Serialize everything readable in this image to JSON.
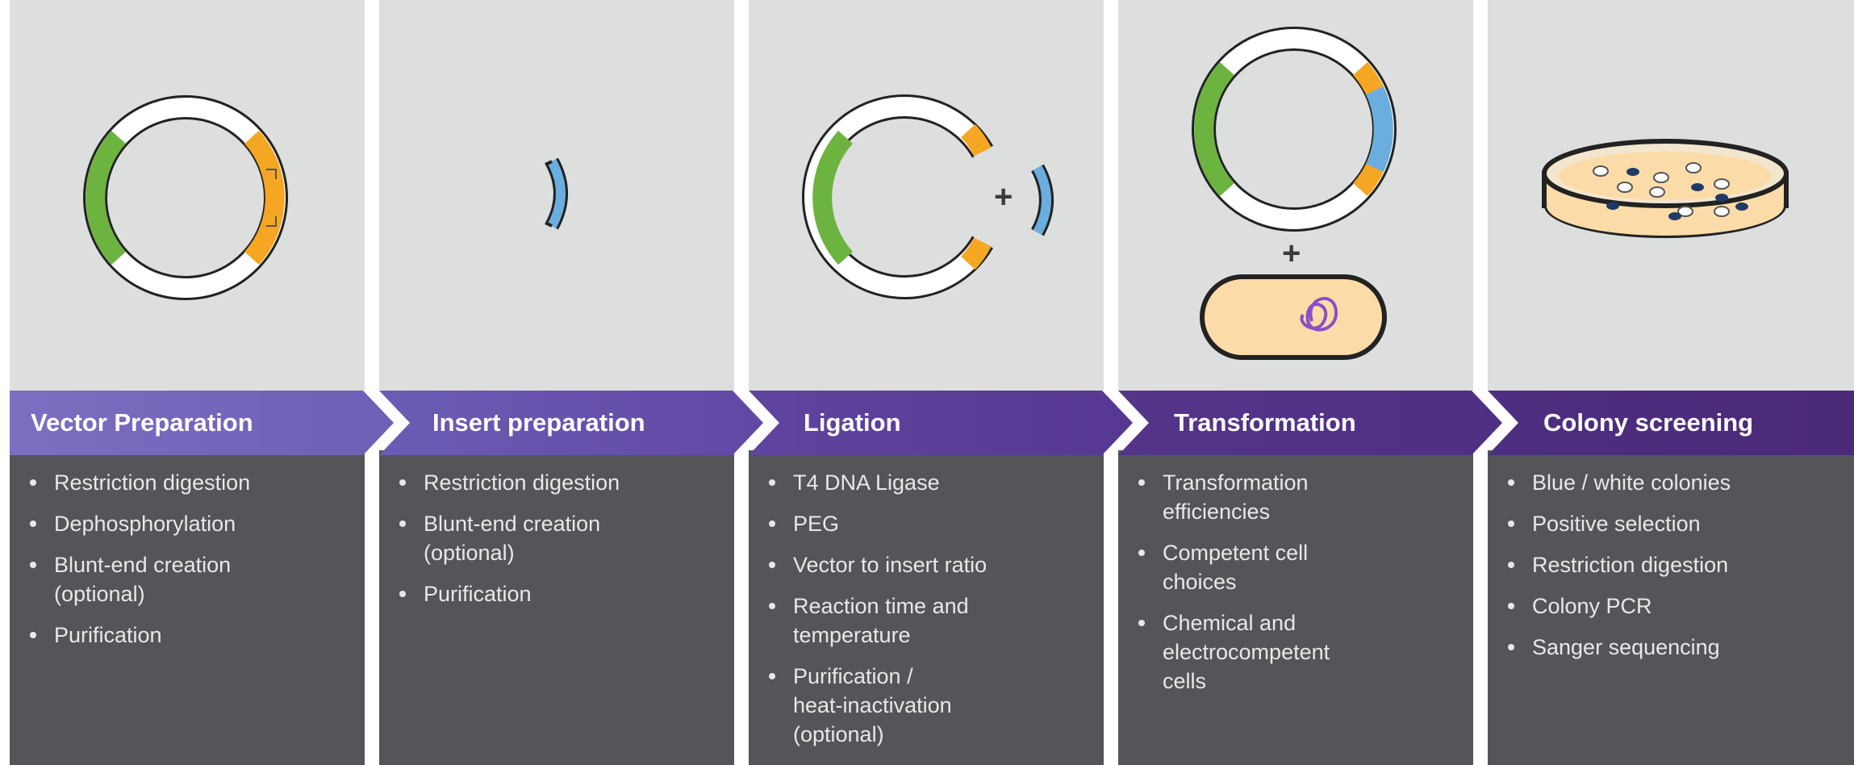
{
  "steps": [
    {
      "title": "Vector Preparation",
      "bullets": [
        "Restriction digestion",
        "Dephosphorylation",
        "Blunt-end creation\n(optional)",
        "Purification"
      ]
    },
    {
      "title": "Insert preparation",
      "bullets": [
        "Restriction digestion",
        "Blunt-end creation\n(optional)",
        "Purification"
      ]
    },
    {
      "title": "Ligation",
      "bullets": [
        "T4 DNA Ligase",
        "PEG",
        "Vector to insert ratio",
        "Reaction time and\ntemperature",
        "Purification /\nheat-inactivation\n(optional)"
      ]
    },
    {
      "title": "Transformation",
      "bullets": [
        "Transformation\nefficiencies",
        "Competent cell\nchoices",
        "Chemical and\nelectrocompetent\ncells"
      ]
    },
    {
      "title": "Colony screening",
      "bullets": [
        "Blue / white colonies",
        "Positive selection",
        "Restriction digestion",
        "Colony PCR",
        "Sanger sequencing"
      ]
    }
  ],
  "symbols": {
    "plus": "+"
  },
  "colors": {
    "panel_bg": "#dddede",
    "body_bg": "#545558",
    "chevron_start": "#7a6fc0",
    "chevron_end": "#4b2a78",
    "vector_green": "#6db33f",
    "insert_blue": "#6aaee0",
    "sticky_orange": "#f5a623",
    "cell_fill": "#fbdca8",
    "plasmid_purple": "#8a4fc7"
  }
}
